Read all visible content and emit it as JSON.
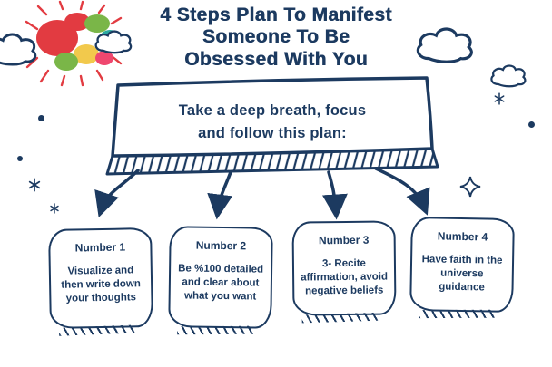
{
  "colors": {
    "ink": "#1c3a60",
    "background": "#ffffff",
    "brain_red": "#e23b41",
    "brain_green": "#7ab648",
    "brain_teal": "#2aa8a0",
    "brain_yellow": "#f2c94c",
    "brain_pink": "#ef476f"
  },
  "title": {
    "line1": "4 Steps Plan To Manifest",
    "line2": "Someone To Be",
    "line3": "Obsessed With You"
  },
  "banner": {
    "line1": "Take a deep breath, focus",
    "line2": "and follow this plan:"
  },
  "steps": [
    {
      "title": "Number 1",
      "text": "Visualize and then write down your thoughts"
    },
    {
      "title": "Number 2",
      "text": "Be %100 detailed and clear about what you want"
    },
    {
      "title": "Number 3",
      "text": "3- Recite affirmation, avoid negative beliefs"
    },
    {
      "title": "Number 4",
      "text": "Have faith in the universe guidance"
    }
  ],
  "decorations": {
    "brain": "brain-doodle-icon",
    "clouds": "cloud-outline-icon",
    "star": "four-point-star-icon",
    "asterisks": "spoke-star-icon",
    "dots": "dot-icon",
    "arrows": "curved-down-arrow-icon"
  }
}
